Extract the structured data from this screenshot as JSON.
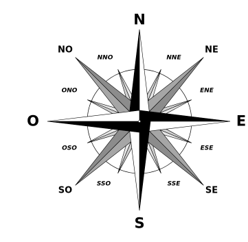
{
  "labels": {
    "cardinal": {
      "N": "N",
      "E": "E",
      "S": "S",
      "O": "O"
    },
    "intercardinal": {
      "NE": "NE",
      "SE": "SE",
      "SO": "SO",
      "NO": "NO"
    },
    "secondary": {
      "NNE": "NNE",
      "ENE": "ENE",
      "ESE": "ESE",
      "SSE": "SSE",
      "SSO": "SSO",
      "OSO": "OSO",
      "ONO": "ONO",
      "NNO": "NNO"
    }
  },
  "colors": {
    "dark": "#000000",
    "light": "#ffffff",
    "grey": "#a6a6a6",
    "grey_light": "#d0d0d0",
    "outline": "#000000"
  }
}
